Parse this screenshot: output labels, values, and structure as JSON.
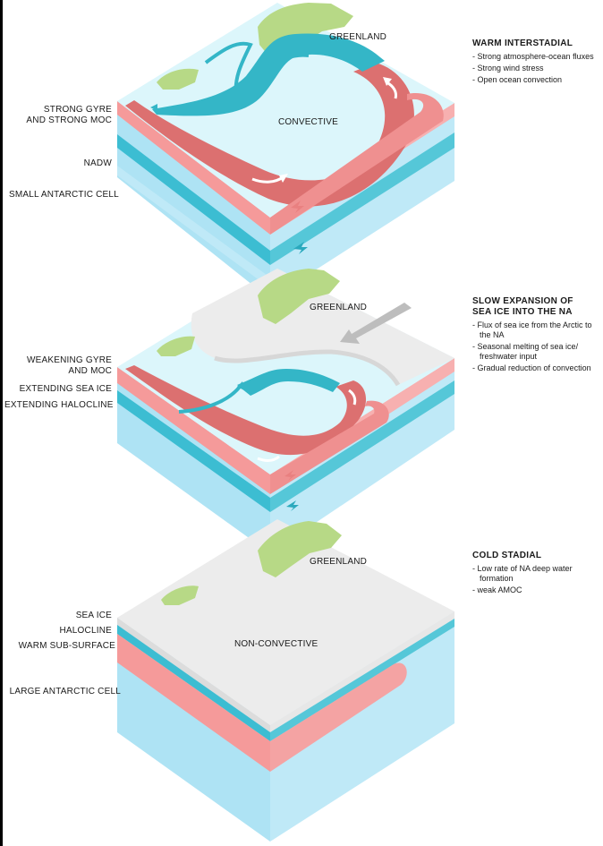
{
  "colors": {
    "ocean_light": "#c7eef8",
    "ocean_side": "#aee3f4",
    "ocean_top": "#dcf6fb",
    "gyre": "#34b6c7",
    "warm": "#f4a3a3",
    "warm_dark": "#dc7070",
    "teal_layer": "#45c1d4",
    "land": "#b7d986",
    "ice": "#ececec"
  },
  "panels": [
    {
      "title": "WARM INTERSTADIAL",
      "bullets": [
        "Strong atmosphere-ocean fluxes",
        "Strong wind stress",
        "Open ocean convection"
      ],
      "map_labels": [
        "GREENLAND",
        "CONVECTIVE"
      ],
      "side_labels": [
        "STRONG GYRE",
        "AND STRONG MOC",
        "NADW",
        "SMALL ANTARCTIC CELL"
      ]
    },
    {
      "title_lines": [
        "SLOW EXPANSION OF",
        "SEA ICE INTO THE NA"
      ],
      "bullets": [
        "Flux of sea ice from the Arctic to the NA",
        "Seasonal melting of sea ice/ freshwater input",
        "Gradual reduction of convection"
      ],
      "map_labels": [
        "GREENLAND"
      ],
      "side_labels": [
        "WEAKENING GYRE",
        "AND MOC",
        "EXTENDING SEA ICE",
        "EXTENDING HALOCLINE"
      ]
    },
    {
      "title": "COLD STADIAL",
      "bullets": [
        "Low rate of NA deep water formation",
        "weak AMOC"
      ],
      "map_labels": [
        "GREENLAND",
        "NON-CONVECTIVE"
      ],
      "side_labels": [
        "SEA ICE",
        "HALOCLINE",
        "WARM SUB-SURFACE",
        "LARGE ANTARCTIC CELL"
      ]
    }
  ]
}
